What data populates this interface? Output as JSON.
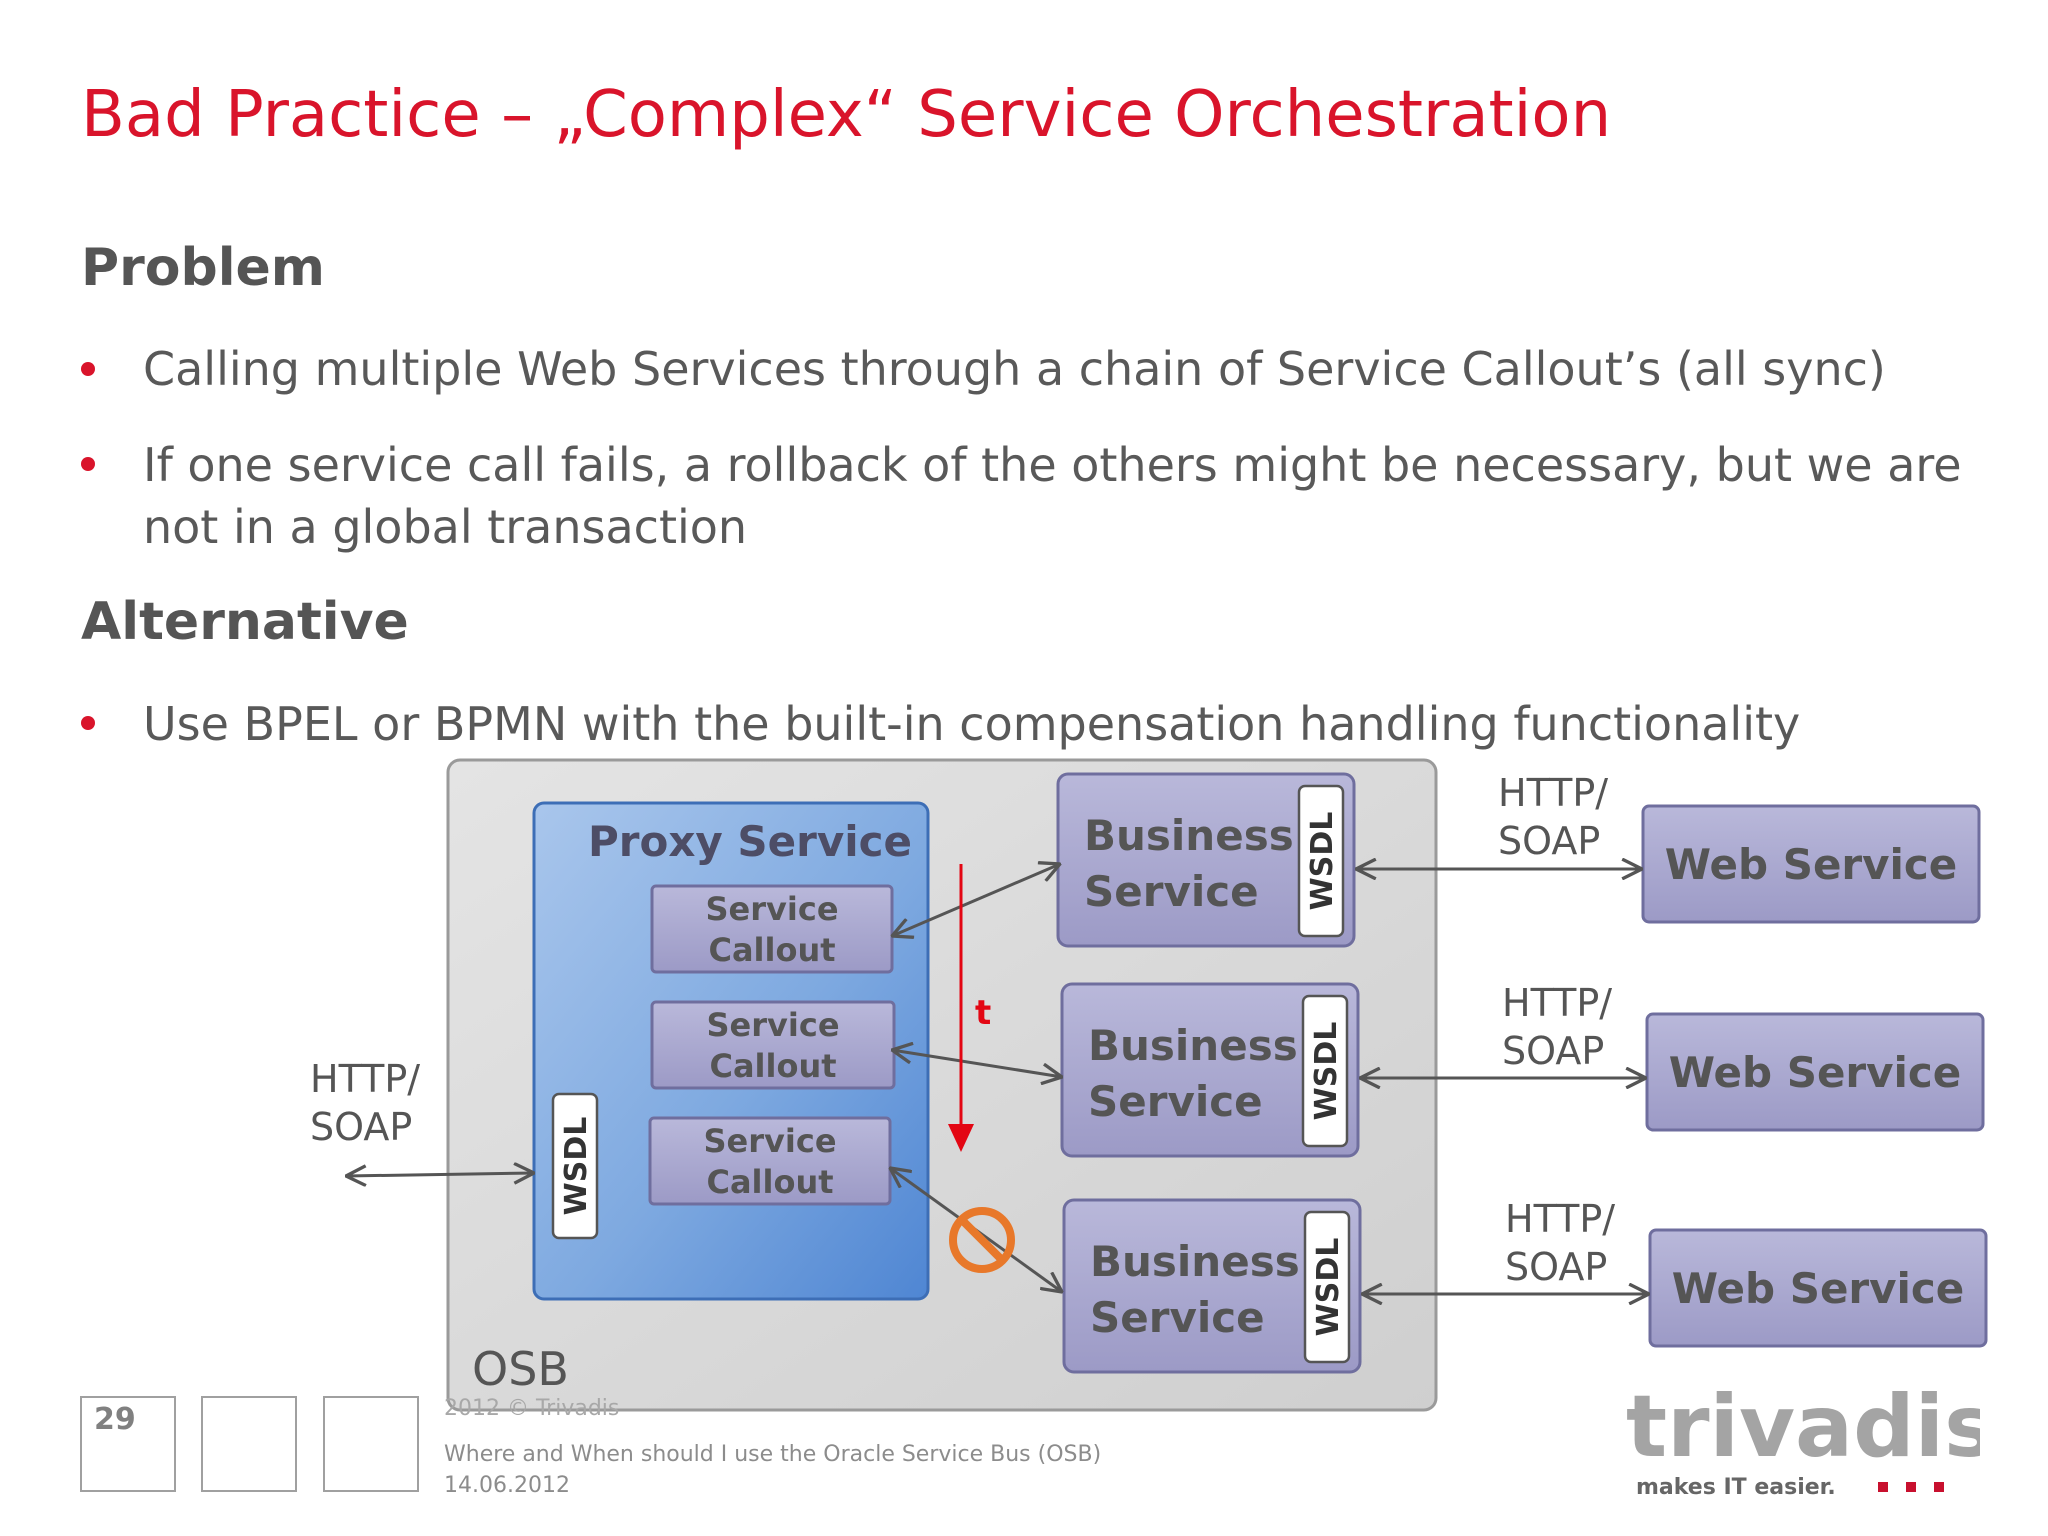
{
  "slide": {
    "title": "Bad Practice – „Complex“ Service Orchestration",
    "problem_heading": "Problem",
    "problem_bullets": [
      "Calling multiple Web Services through a chain of Service Callout’s (all sync)",
      "If one service call fails, a rollback of the others might be necessary, but we are",
      "not in a global transaction"
    ],
    "alternative_heading": "Alternative",
    "alternative_bullets": [
      "Use BPEL or BPMN with the built-in compensation handling functionality"
    ]
  },
  "diagram": {
    "osb_label": "OSB",
    "proxy_service_label": "Proxy Service",
    "service_callout_line1": "Service",
    "service_callout_line2": "Callout",
    "wsdl_label": "WSDL",
    "business_service_line1": "Business",
    "business_service_line2": "Service",
    "web_service_label": "Web Service",
    "protocol_line1": "HTTP/",
    "protocol_line2": "SOAP",
    "time_label": "t",
    "colors": {
      "accent_red": "#d9142b",
      "proxy_blue": "#6a9ad8",
      "service_purple": "#a7a5cc",
      "osb_gray": "#d4d4d4",
      "error_orange": "#e8782a"
    }
  },
  "footer": {
    "page_number": "29",
    "copyright": "2012 © Trivadis",
    "talk_title": "Where and When should I use the Oracle Service Bus (OSB)",
    "date": "14.06.2012",
    "logo_text": "trivadis",
    "tagline": "makes IT easier."
  }
}
